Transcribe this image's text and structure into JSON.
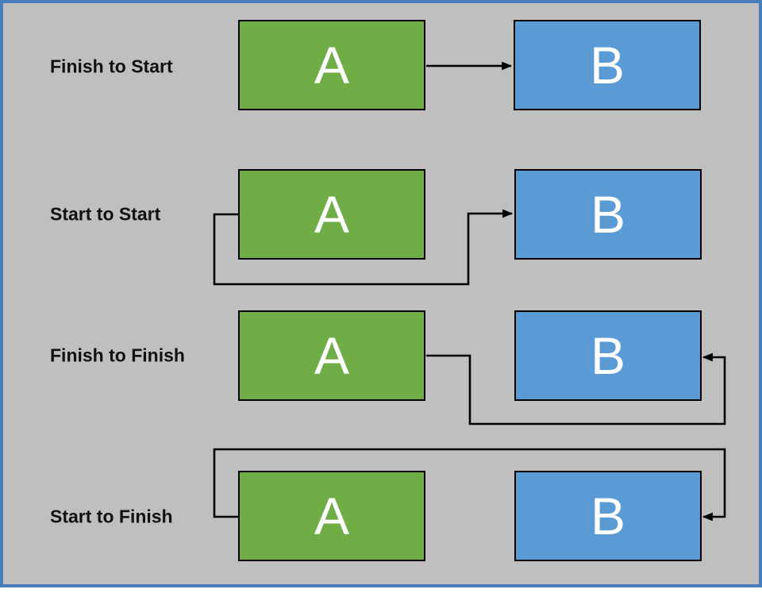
{
  "diagram": {
    "rows": [
      {
        "label": "Finish to Start",
        "task_a": "A",
        "task_b": "B"
      },
      {
        "label": "Start to Start",
        "task_a": "A",
        "task_b": "B"
      },
      {
        "label": "Finish to Finish",
        "task_a": "A",
        "task_b": "B"
      },
      {
        "label": "Start to Finish",
        "task_a": "A",
        "task_b": "B"
      }
    ],
    "colors": {
      "task_a_fill": "#70AD47",
      "task_b_fill": "#5B9BD5",
      "background": "#BFBFBF",
      "slide_border": "#4A7EBB",
      "connector_color": "#000000"
    }
  }
}
